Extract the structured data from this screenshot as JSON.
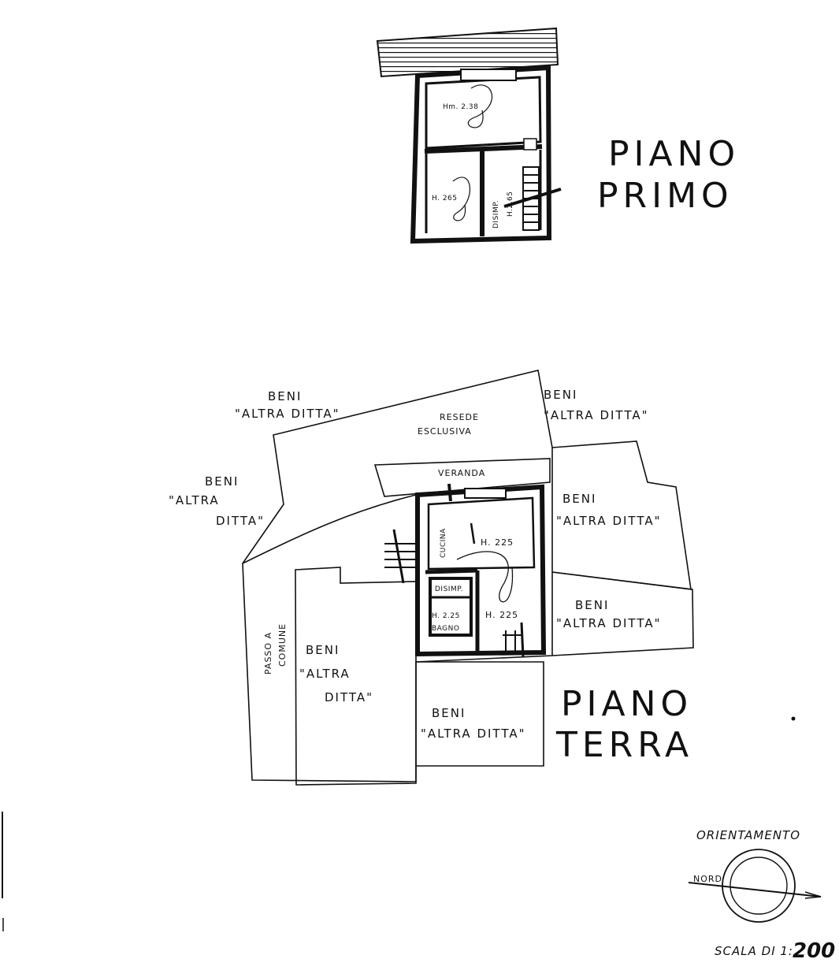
{
  "floors": {
    "primo": {
      "title_line1": "PIANO",
      "title_line2": "PRIMO",
      "room_top_height": "Hm. 2.38",
      "room_left_height": "H. 265",
      "disimp_label": "DISIMP.",
      "disimp_height": "H.2.65"
    },
    "terra": {
      "title_line1": "PIANO",
      "title_line2": "TERRA",
      "resede_line1": "RESEDE",
      "resede_line2": "ESCLUSIVA",
      "veranda": "VERANDA",
      "cucina": "CUCINA",
      "main_height": "H. 225",
      "disimp_label": "DISIMP.",
      "bagno_height": "H. 2.25",
      "bagno_label": "BAGNO",
      "room_height": "H. 225",
      "passo_line1": "PASSO A",
      "passo_line2": "COMUNE"
    }
  },
  "neighbors": {
    "top_left": {
      "line1": "BENI",
      "line2": "\"ALTRA DITTA\""
    },
    "top_right": {
      "line1": "BENI",
      "line2": "\"ALTRA DITTA\""
    },
    "left": {
      "line1": "BENI",
      "line2": "\"ALTRA",
      "line3": "DITTA\""
    },
    "right_upper": {
      "line1": "BENI",
      "line2": "\"ALTRA DITTA\""
    },
    "right_lower": {
      "line1": "BENI",
      "line2": "\"ALTRA DITTA\""
    },
    "bottom_left": {
      "line1": "BENI",
      "line2": "\"ALTRA",
      "line3": "DITTA\""
    },
    "bottom_center": {
      "line1": "BENI",
      "line2": "\"ALTRA DITTA\""
    }
  },
  "orientation": {
    "title": "ORIENTAMENTO",
    "north_label": "NORD"
  },
  "scale": {
    "prefix": "SCALA DI 1:",
    "value": "200"
  }
}
